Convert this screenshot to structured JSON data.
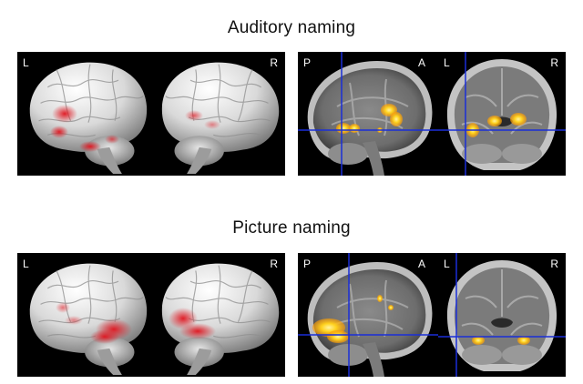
{
  "sections": [
    {
      "title": "Auditory naming",
      "surface": {
        "left_label": "L",
        "right_label": "R"
      },
      "sagittal": {
        "posterior_label": "P",
        "anterior_label": "A"
      },
      "coronal": {
        "left_label": "L",
        "right_label": "R"
      }
    },
    {
      "title": "Picture naming",
      "surface": {
        "left_label": "L",
        "right_label": "R"
      },
      "sagittal": {
        "posterior_label": "P",
        "anterior_label": "A"
      },
      "coronal": {
        "left_label": "L",
        "right_label": "R"
      }
    }
  ],
  "colors": {
    "surface_activation": "#e0141e",
    "slice_activation": "#ffd21e",
    "crosshair": "#1a2ed8",
    "panel_background": "#000000"
  }
}
